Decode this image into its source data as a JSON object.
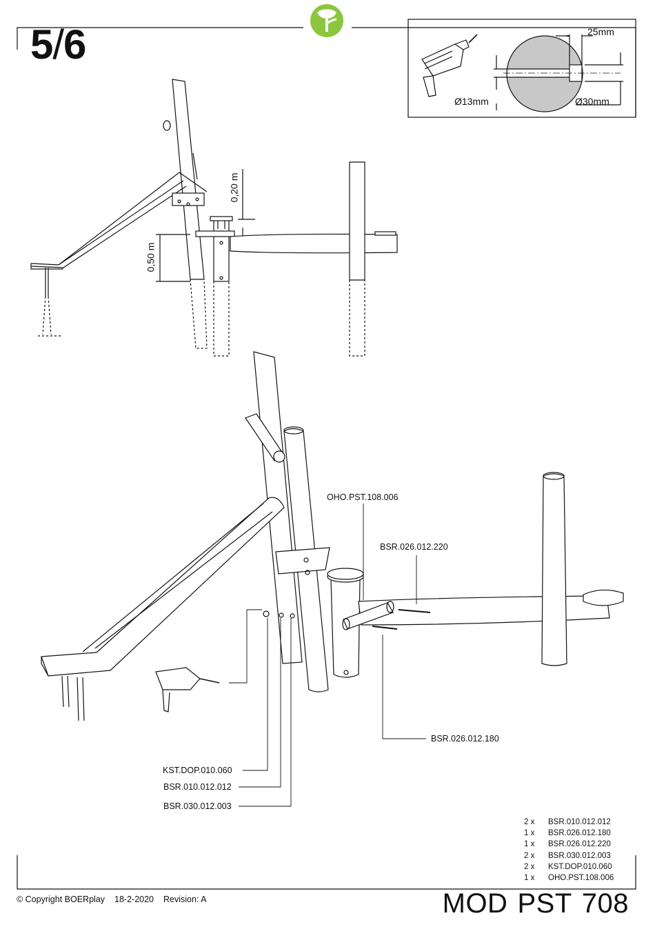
{
  "page": {
    "step_number": "5",
    "step_separator": "/",
    "step_total": "6"
  },
  "drill_detail": {
    "dim_depth": "25mm",
    "dim_hole_diameter": "Ø13mm",
    "dim_counterbore_diameter": "Ø30mm"
  },
  "side_view": {
    "dim_height_top": "0,20 m",
    "dim_height_bottom": "0,50 m"
  },
  "callouts": {
    "oho": "OHO.PST.108.006",
    "bsr_220": "BSR.026.012.220",
    "bsr_180": "BSR.026.012.180",
    "kst": "KST.DOP.010.060",
    "bsr_012": "BSR.010.012.012",
    "bsr_003": "BSR.030.012.003"
  },
  "parts_list": [
    {
      "qty": "2 x",
      "code": "BSR.010.012.012"
    },
    {
      "qty": "1 x",
      "code": "BSR.026.012.180"
    },
    {
      "qty": "1 x",
      "code": "BSR.026.012.220"
    },
    {
      "qty": "2 x",
      "code": "BSR.030.012.003"
    },
    {
      "qty": "2 x",
      "code": "KST.DOP.010.060"
    },
    {
      "qty": "1 x",
      "code": "OHO.PST.108.006"
    }
  ],
  "footer": {
    "copyright": "© Copyright BOERplay",
    "date": "18-2-2020",
    "revision": "Revision: A"
  },
  "model": {
    "part1": "MOD",
    "part2": "PST",
    "part3": "708"
  },
  "colors": {
    "logo_green": "#8cc63f",
    "line": "#111111",
    "section_fill": "#c8c8c8"
  }
}
